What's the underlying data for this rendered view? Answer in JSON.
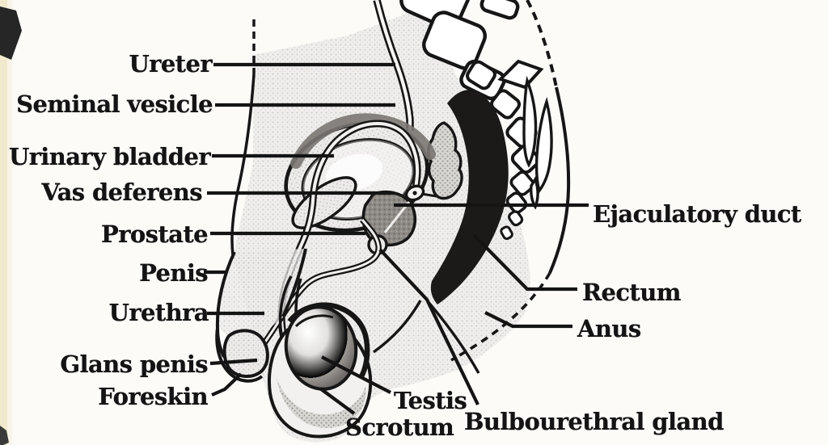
{
  "figure": {
    "title": "Male reproductive system - sagittal section diagram",
    "style": "scanned black-and-white textbook line drawing",
    "paper_color": "#fcfbf8",
    "ink_color": "#161616",
    "scan_edge_tint": "#efe5c4"
  },
  "labels": {
    "ureter": "Ureter",
    "seminal_vesicle": "Seminal vesicle",
    "urinary_bladder": "Urinary bladder",
    "vas_deferens": "Vas deferens",
    "prostate": "Prostate",
    "penis": "Penis",
    "urethra": "Urethra",
    "glans_penis": "Glans penis",
    "foreskin": "Foreskin",
    "ejaculatory_duct": "Ejaculatory duct",
    "rectum": "Rectum",
    "anus": "Anus",
    "testis": "Testis",
    "scrotum": "Scrotum",
    "bulbourethral_gland": "Bulbourethral gland"
  }
}
